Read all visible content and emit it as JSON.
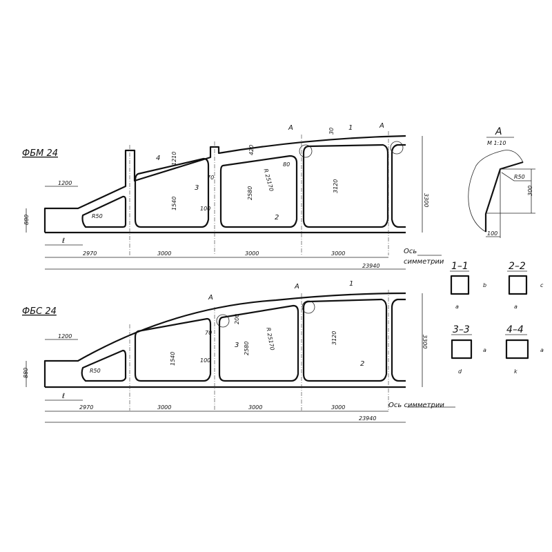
{
  "drawing1": {
    "title": "ФБМ 24",
    "dims": [
      "1200",
      "880",
      "ℓ",
      "2970",
      "3000",
      "3000",
      "3000",
      "23940",
      "1210",
      "1540",
      "2580",
      "3120",
      "3300",
      "420",
      "30",
      "R 25170",
      "R50",
      "100",
      "70",
      "80",
      "Ось",
      "симметрии"
    ],
    "sections": [
      "1",
      "2",
      "3",
      "4",
      "A"
    ]
  },
  "drawing2": {
    "title": "ФБС 24",
    "dims": [
      "1200",
      "880",
      "ℓ",
      "2970",
      "3000",
      "3000",
      "3000",
      "23940",
      "1540",
      "2580",
      "3120",
      "3300",
      "R 25170",
      "R50",
      "100",
      "70",
      "200",
      "Ось симметрии"
    ],
    "sections": [
      "1",
      "2",
      "3",
      "A"
    ]
  },
  "detail": {
    "title": "A",
    "scale": "M 1:10",
    "radius": "R50",
    "height": "300",
    "width": "100"
  },
  "cross_sections": [
    {
      "label": "1–1",
      "w": "a",
      "h": "b"
    },
    {
      "label": "2–2",
      "w": "a",
      "h": "c"
    },
    {
      "label": "3–3",
      "w": "d",
      "h": "a"
    },
    {
      "label": "4–4",
      "w": "k",
      "h": "a"
    }
  ]
}
